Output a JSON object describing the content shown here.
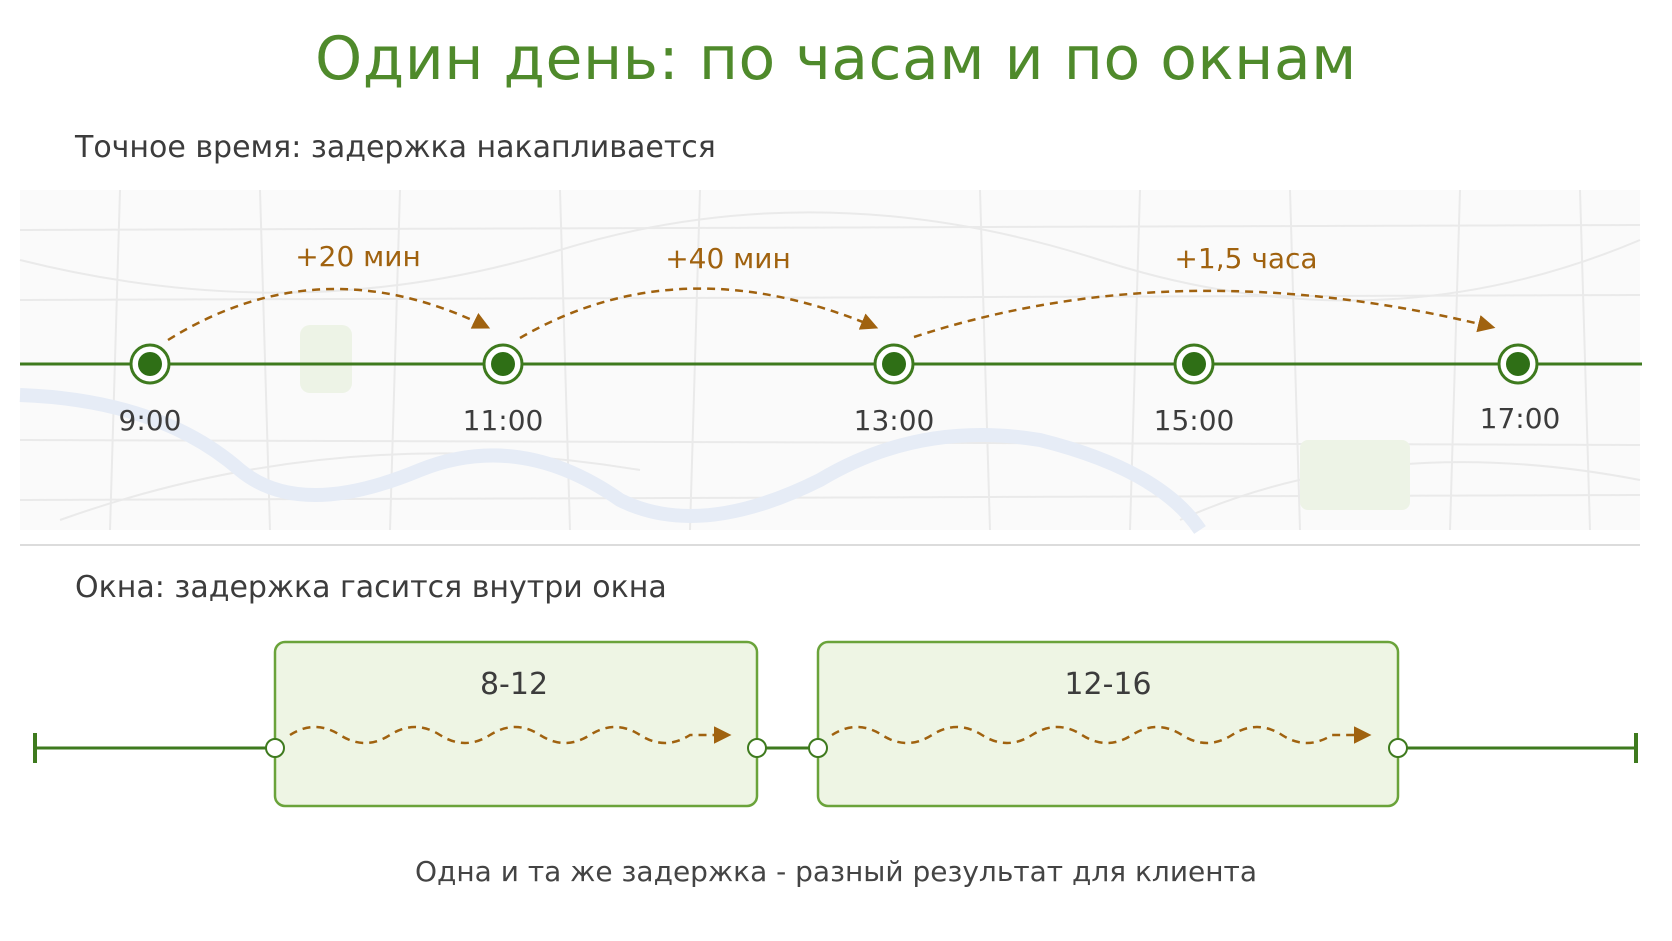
{
  "title": "Один день: по часам и по окнам",
  "section_exact": {
    "label": "Точное время: задержка накапливается",
    "times": [
      "9:00",
      "11:00",
      "13:00",
      "15:00",
      "17:00"
    ],
    "delays": [
      "+20 мин",
      "+40 мин",
      "+1,5 часа"
    ]
  },
  "section_windows": {
    "label": "Окна: задержка гасится внутри окна",
    "windows": [
      "8-12",
      "12-16"
    ]
  },
  "caption": "Одна и та же задержка - разный результат для клиента",
  "colors": {
    "title_green": "#4f8a2b",
    "line_green": "#3e7a1e",
    "delay_brown": "#a0620f",
    "window_fill": "#eef5e4",
    "window_border": "#6aa33a"
  }
}
